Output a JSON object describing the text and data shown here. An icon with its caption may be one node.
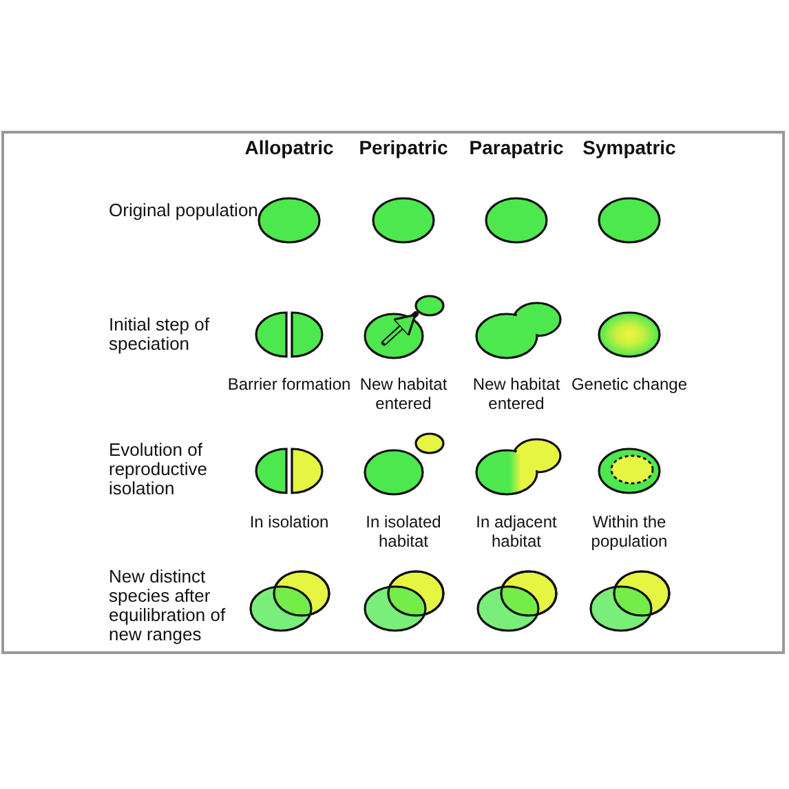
{
  "diagram": {
    "labels": [
      "Allopatric",
      "Peripatric",
      "Parapatric",
      "Sympatric",
      "Original population",
      "Initial step of speciation",
      "Barrier formation",
      "New habitat entered",
      "New habitat entered",
      "Genetic change",
      "Evolution of reproductive isolation",
      "In isolation",
      "In isolated habitat",
      "In adjacent habitat",
      "Within the population",
      "New distinct species after equilibration of new ranges"
    ]
  }
}
